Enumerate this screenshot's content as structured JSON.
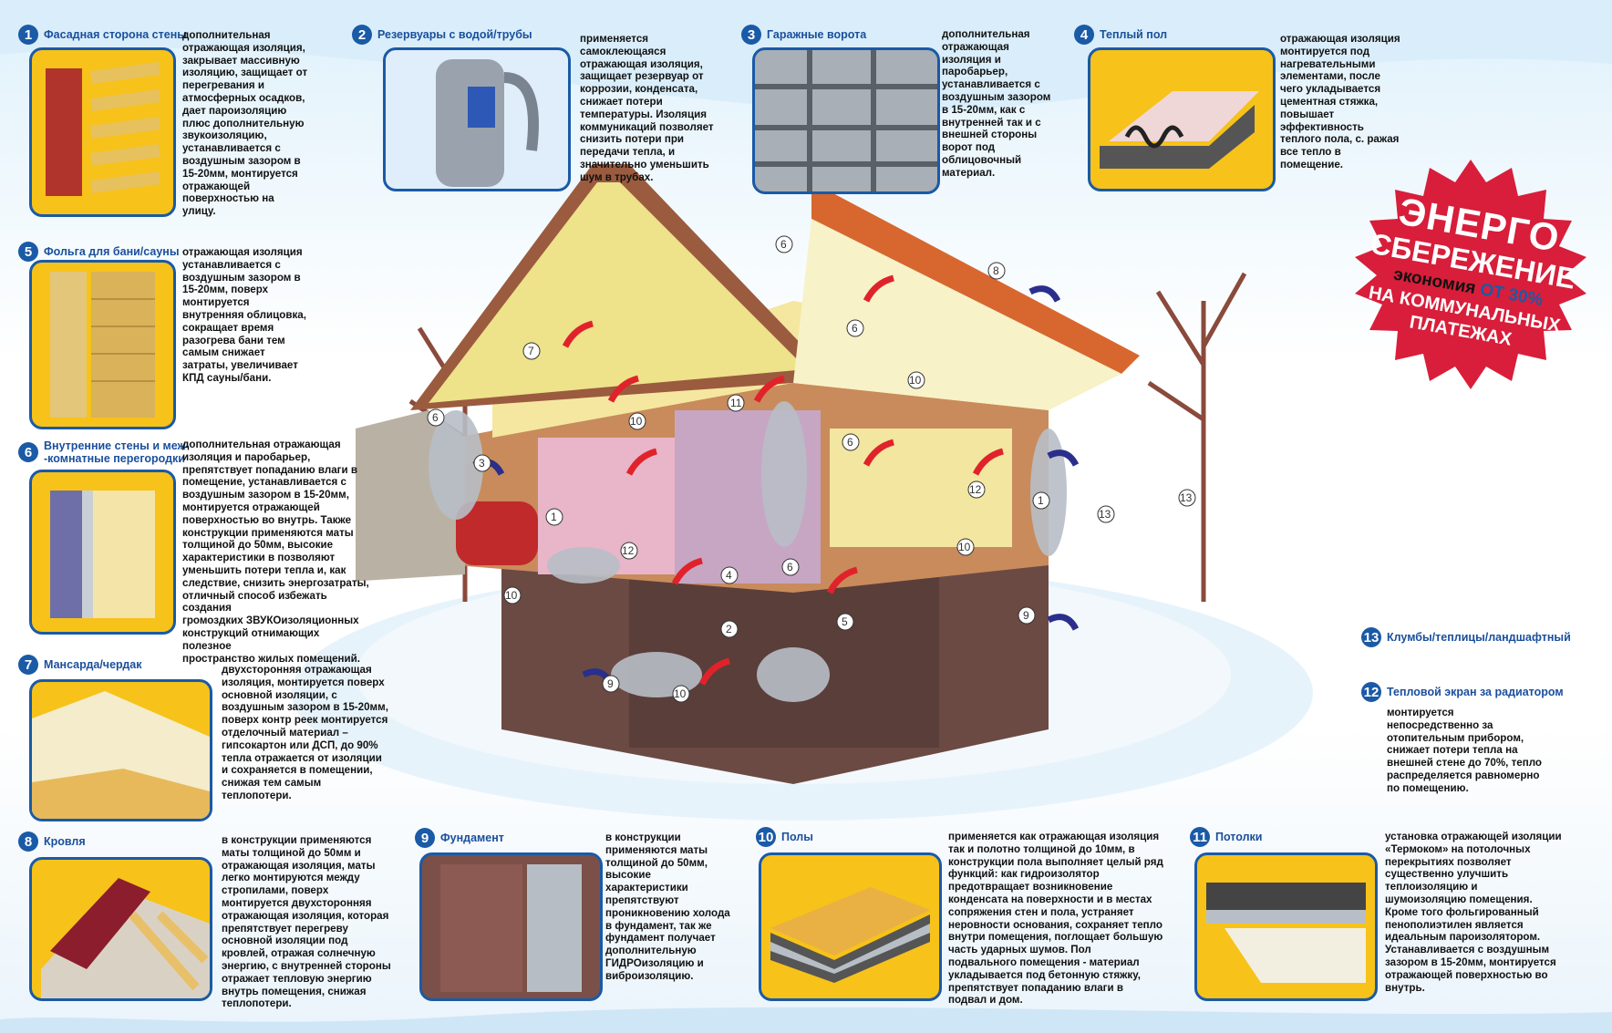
{
  "badge": {
    "line1": "ЭНЕРГО",
    "line2": "СБЕРЕЖЕНИЕ",
    "line3a": "экономия",
    "line3b": "ОТ 30%",
    "line4": "НА КОММУНАЛЬНЫХ",
    "line5": "ПЛАТЕЖАХ"
  },
  "sections": [
    {
      "num": "1",
      "title": "Фасадная сторона стены",
      "text": "дополнительная\nотражающая изоляция,\nзакрывает массивную\nизоляцию, защищает от\nперегревания и\nатмосферных осадков,\nдает пароизоляцию\nплюс дополнительную\nзвукоизоляцию,\nустанавливается с\nвоздушным зазором в\n15-20мм, монтируется\nотражающей\nповерхностью на\nулицу."
    },
    {
      "num": "2",
      "title": "Резервуары с водой/трубы",
      "text": "применяется\nсамоклеющаяся\nотражающая изоляция,\nзащищает резервуар от\nкоррозии, конденсата,\nснижает потери\nтемпературы. Изоляция\nкоммуникаций позволяет\nснизить потери при\nпередачи тепла, и\nзначительно уменьшить\nшум в трубах."
    },
    {
      "num": "3",
      "title": "Гаражные ворота",
      "text": "дополнительная\nотражающая\nизоляция и\nпаробарьер,\nустанавливается с\nвоздушным зазором\nв 15-20мм, как с\nвнутренней так и с\nвнешней стороны\nворот под\nоблицовочный\nматериал."
    },
    {
      "num": "4",
      "title": "Теплый пол",
      "text": "отражающая изоляция\nмонтируется под\nнагревательными\nэлементами, после\nчего укладывается\nцементная стяжка,\nповышает\nэффективность\nтеплого пола, с. ражая\nвсе тепло в\nпомещение."
    },
    {
      "num": "5",
      "title": "Фольга для бани/сауны",
      "text": "отражающая изоляция\nустанавливается с\nвоздушным зазором в\n15-20мм, поверх\nмонтируется\nвнутренняя облицовка,\nсокращает время\nразогрева бани тем\nсамым снижает\nзатраты, увеличивает\nКПД сауны/бани."
    },
    {
      "num": "6",
      "title": "Внутренние стены и меж-\n-комнатные перегородки",
      "text": "дополнительная отражающая\nизоляция и паробарьер,\nпрепятствует попаданию влаги в\nпомещение, устанавливается с\nвоздушным зазором в 15-20мм,\nмонтируется отражающей\nповерхностью во внутрь. Также\nконструкции применяются маты\nтолщиной до 50мм, высокие\nхарактеристики в позволяют\nуменьшить потери тепла и, как\nследствие, снизить энергозатраты,\nотличный способ избежать создания\nгромоздких ЗВУКОизоляционных\nконструкций отнимающих полезное\nпространство жилых помещений."
    },
    {
      "num": "7",
      "title": "Мансарда/чердак",
      "text": "двухсторонняя отражающая\nизоляция, монтируется поверх\nосновной изоляции, с\nвоздушным зазором в 15-20мм,\nповерх контр реек монтируется\nотделочный материал –\nгипсокартон или ДСП, до 90%\nтепла отражается от изоляции\nи сохраняется в помещении,\nснижая тем самым\nтеплопотери."
    },
    {
      "num": "8",
      "title": "Кровля",
      "text": "в конструкции применяются\nматы толщиной до 50мм и\nотражающая изоляция, маты\nлегко монтируются между\nстропилами, поверх\nмонтируется двухсторонняя\nотражающая изоляция, которая\nпрепятствует перегреву\nосновной изоляции под\nкровлей, отражая солнечную\nэнергию, с внутренней стороны\nотражает тепловую энергию\nвнутрь помещения, снижая\nтеплопотери."
    },
    {
      "num": "9",
      "title": "Фундамент",
      "text": "в конструкции\nприменяются маты\nтолщиной до 50мм,\nвысокие\nхарактеристики\nпрепятствуют\nпроникновению холода\nв фундамент, так же\nфундамент получает\nдополнительную\nГИДРОизоляцию и\nвиброизоляцию."
    },
    {
      "num": "10",
      "title": "Полы",
      "text": "применяется как отражающая изоляция\nтак и полотно толщиной до 10мм, в\nконструкции пола выполняет целый ряд\nфункций: как гидроизолятор\nпредотвращает возникновение\nконденсата на поверхности и в местах\nсопряжения стен и пола, устраняет\nнеровности основания, сохраняет тепло\nвнутри помещения, поглощает большую\nчасть ударных шумов. Пол\nподвального помещения - материал\nукладывается под бетонную стяжку,\nпрепятствует попаданию влаги в\nподвал и дом."
    },
    {
      "num": "11",
      "title": "Потолки",
      "text": "установка отражающей изоляции\n«Термоком» на потолочных\nперекрытиях позволяет\nсущественно улучшить\nтеплоизоляцию и\nшумоизоляцию помещения.\nКроме того фольгированный\nпенополиэтилен является\nидеальным пароизолятором.\nУстанавливается с воздушным\nзазором в 15-20мм, монтируется\nотражающей поверхностью во\nвнутрь."
    },
    {
      "num": "12",
      "title": "Тепловой экран за радиатором",
      "text": "монтируется\nнепосредственно за\nотопительным прибором,\nснижает потери тепла на\nвнешней стене до 70%, тепло\nраспределяется равномерно\nпо помещению."
    },
    {
      "num": "13",
      "title": "Клумбы/теплицы/ландшафтный",
      "text": ""
    }
  ],
  "callouts": [
    "6",
    "6",
    "7",
    "8",
    "6",
    "10",
    "11",
    "10",
    "6",
    "3",
    "1",
    "12",
    "4",
    "6",
    "12",
    "1",
    "13",
    "13",
    "10",
    "2",
    "5",
    "9",
    "10",
    "9",
    "10"
  ],
  "colors": {
    "accent": "#1a5aa6",
    "thumb": "#f7c21a",
    "badge": "#d81e3a",
    "arrow_warm": "#e0232b",
    "arrow_cold": "#2a2f8c"
  }
}
